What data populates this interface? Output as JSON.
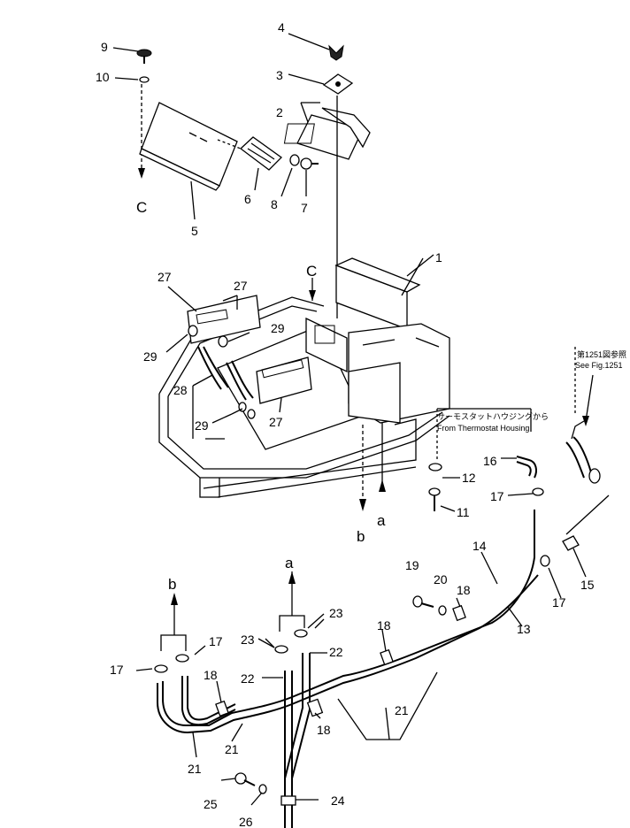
{
  "callouts": [
    "1",
    "2",
    "3",
    "4",
    "5",
    "6",
    "7",
    "8",
    "9",
    "10",
    "11",
    "12",
    "13",
    "14",
    "15",
    "16",
    "17",
    "17",
    "17",
    "17",
    "18",
    "18",
    "18",
    "18",
    "19",
    "20",
    "21",
    "21",
    "21",
    "22",
    "22",
    "23",
    "23",
    "24",
    "25",
    "26",
    "27",
    "27",
    "27",
    "28",
    "29",
    "29",
    "29"
  ],
  "letters": [
    "C",
    "C",
    "a",
    "a",
    "b",
    "b"
  ],
  "notes": {
    "fig_ref_jp": "第1251図参照",
    "fig_ref_en": "See Fig.1251",
    "thermo_jp": "サーモスタットハウジングから",
    "thermo_en": "From Thermostat Housing"
  }
}
